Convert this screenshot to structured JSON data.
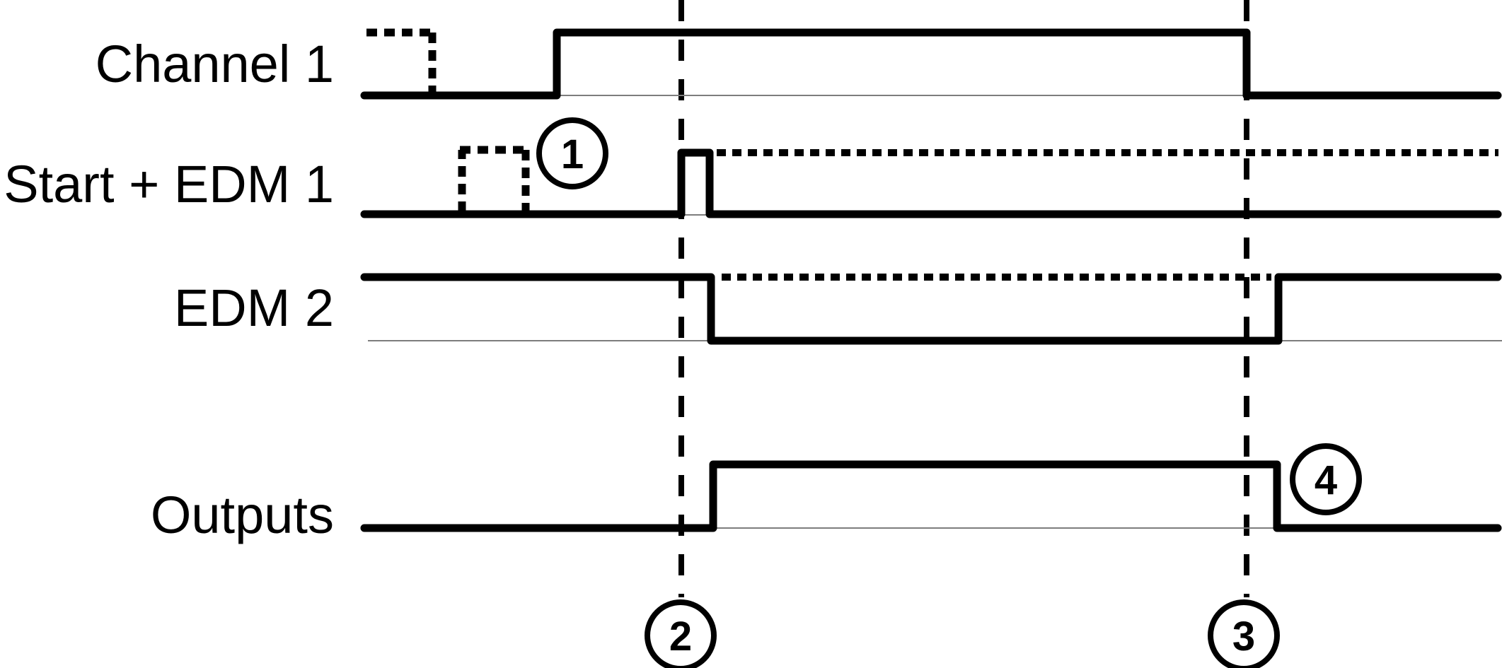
{
  "diagram": {
    "type": "timing-diagram",
    "background_color": "#ffffff",
    "signal_color": "#000000",
    "baseline_color": "#7d7d7d",
    "rows": [
      {
        "label": "Channel 1",
        "initial_state": "low",
        "timeline": [
          "dashed anticipated pulse: high at far left, dashed falling edge before start",
          "solid low until shortly before event 2",
          "rises to high before event 2",
          "high through event 2",
          "falls at event 3 dashed line",
          "low to right edge"
        ]
      },
      {
        "label": "Start + EDM 1",
        "initial_state": "low",
        "timeline": [
          "dashed anticipated pulse below marker 1",
          "short solid high pulse beginning at event 2 line",
          "dotted high-level reference line from pulse to right edge",
          "solid low to right edge"
        ]
      },
      {
        "label": "EDM 2",
        "initial_state": "high",
        "timeline": [
          "solid high from left edge",
          "falls shortly after event 2",
          "dotted high-level reference line while low",
          "rises shortly after event 3",
          "solid high to right edge"
        ]
      },
      {
        "label": "Outputs",
        "initial_state": "low",
        "timeline": [
          "solid low from left edge",
          "rises shortly after event 2",
          "high between events",
          "falls shortly after event 3 at marker 4",
          "solid low to right edge"
        ]
      }
    ],
    "markers": [
      {
        "number": "1",
        "location": "above dashed pulse of Start + EDM 1"
      },
      {
        "number": "2",
        "location": "bottom end of left vertical dashed event line"
      },
      {
        "number": "3",
        "location": "bottom end of right vertical dashed event line"
      },
      {
        "number": "4",
        "location": "right of Outputs falling edge"
      }
    ],
    "event_lines": [
      {
        "marker": "2",
        "style": "vertical-dashed"
      },
      {
        "marker": "3",
        "style": "vertical-dashed"
      }
    ]
  }
}
